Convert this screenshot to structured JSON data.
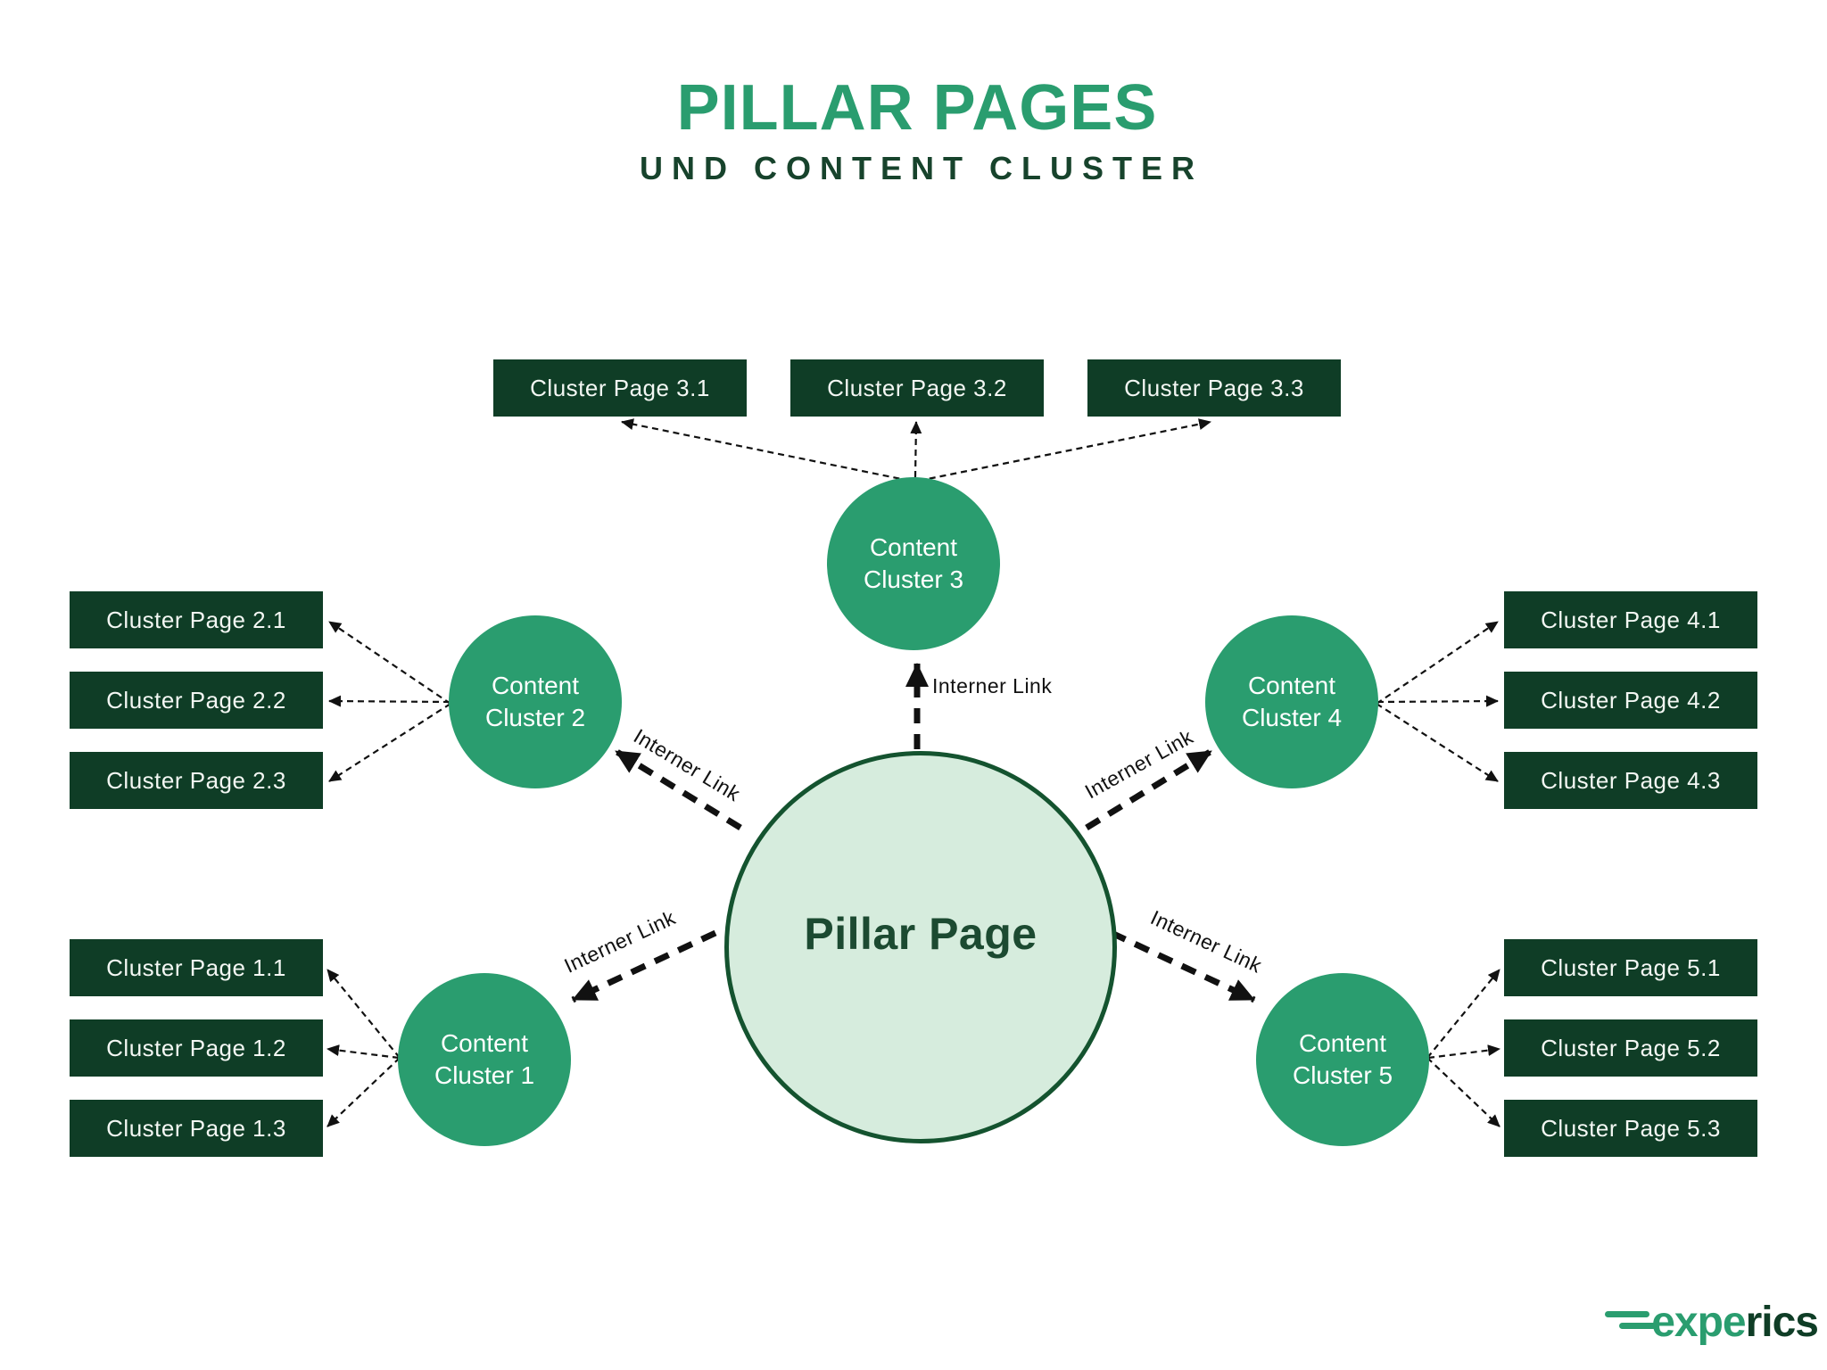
{
  "title": {
    "main": "PILLAR PAGES",
    "subtitle": "UND CONTENT CLUSTER"
  },
  "pillar": {
    "label": "Pillar Page"
  },
  "link_label": "Interner Link",
  "clusters": [
    {
      "name": "Content Cluster 1",
      "pages": [
        "Cluster Page 1.1",
        "Cluster Page 1.2",
        "Cluster Page 1.3"
      ]
    },
    {
      "name": "Content Cluster 2",
      "pages": [
        "Cluster Page 2.1",
        "Cluster Page 2.2",
        "Cluster Page 2.3"
      ]
    },
    {
      "name": "Content Cluster 3",
      "pages": [
        "Cluster Page 3.1",
        "Cluster Page 3.2",
        "Cluster Page 3.3"
      ]
    },
    {
      "name": "Content Cluster 4",
      "pages": [
        "Cluster Page 4.1",
        "Cluster Page 4.2",
        "Cluster Page 4.3"
      ]
    },
    {
      "name": "Content Cluster 5",
      "pages": [
        "Cluster Page 5.1",
        "Cluster Page 5.2",
        "Cluster Page 5.3"
      ]
    }
  ],
  "logo": {
    "part1": "expe",
    "part2": "rics"
  },
  "colors": {
    "green": "#2a9d6f",
    "dark": "#0f3d26",
    "deep": "#17432c",
    "fill": "#d6ecdd",
    "pborder": "#14532f",
    "ink": "#111111",
    "boxtext": "#f3f7f3"
  }
}
